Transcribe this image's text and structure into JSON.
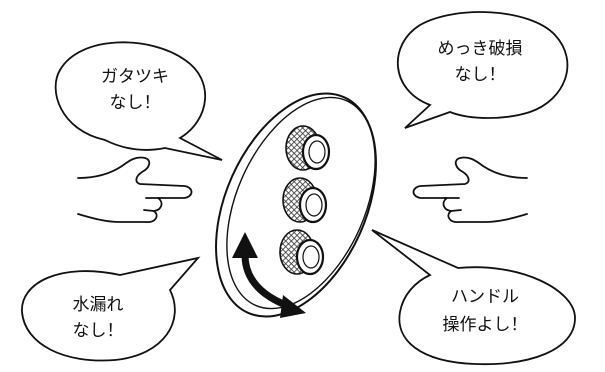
{
  "bubbles": {
    "top_left": {
      "line1": "ガタツキ",
      "line2": "なし！"
    },
    "top_right": {
      "line1": "めっき破損",
      "line2": "なし！"
    },
    "bottom_left": {
      "line1": "水漏れ",
      "line2": "なし！"
    },
    "bottom_right": {
      "line1": "ハンドル",
      "line2": "操作よし！"
    }
  },
  "icons": {
    "left_hand": "pointing-hand-icon",
    "right_hand": "pointing-hand-icon",
    "rotate_arrow": "curved-double-arrow-icon",
    "faucet_plate": "faucet-plate-icon",
    "knob": "knurled-knob-icon"
  },
  "colors": {
    "ink": "#111111",
    "paper": "#ffffff",
    "knurl": "#555555"
  }
}
